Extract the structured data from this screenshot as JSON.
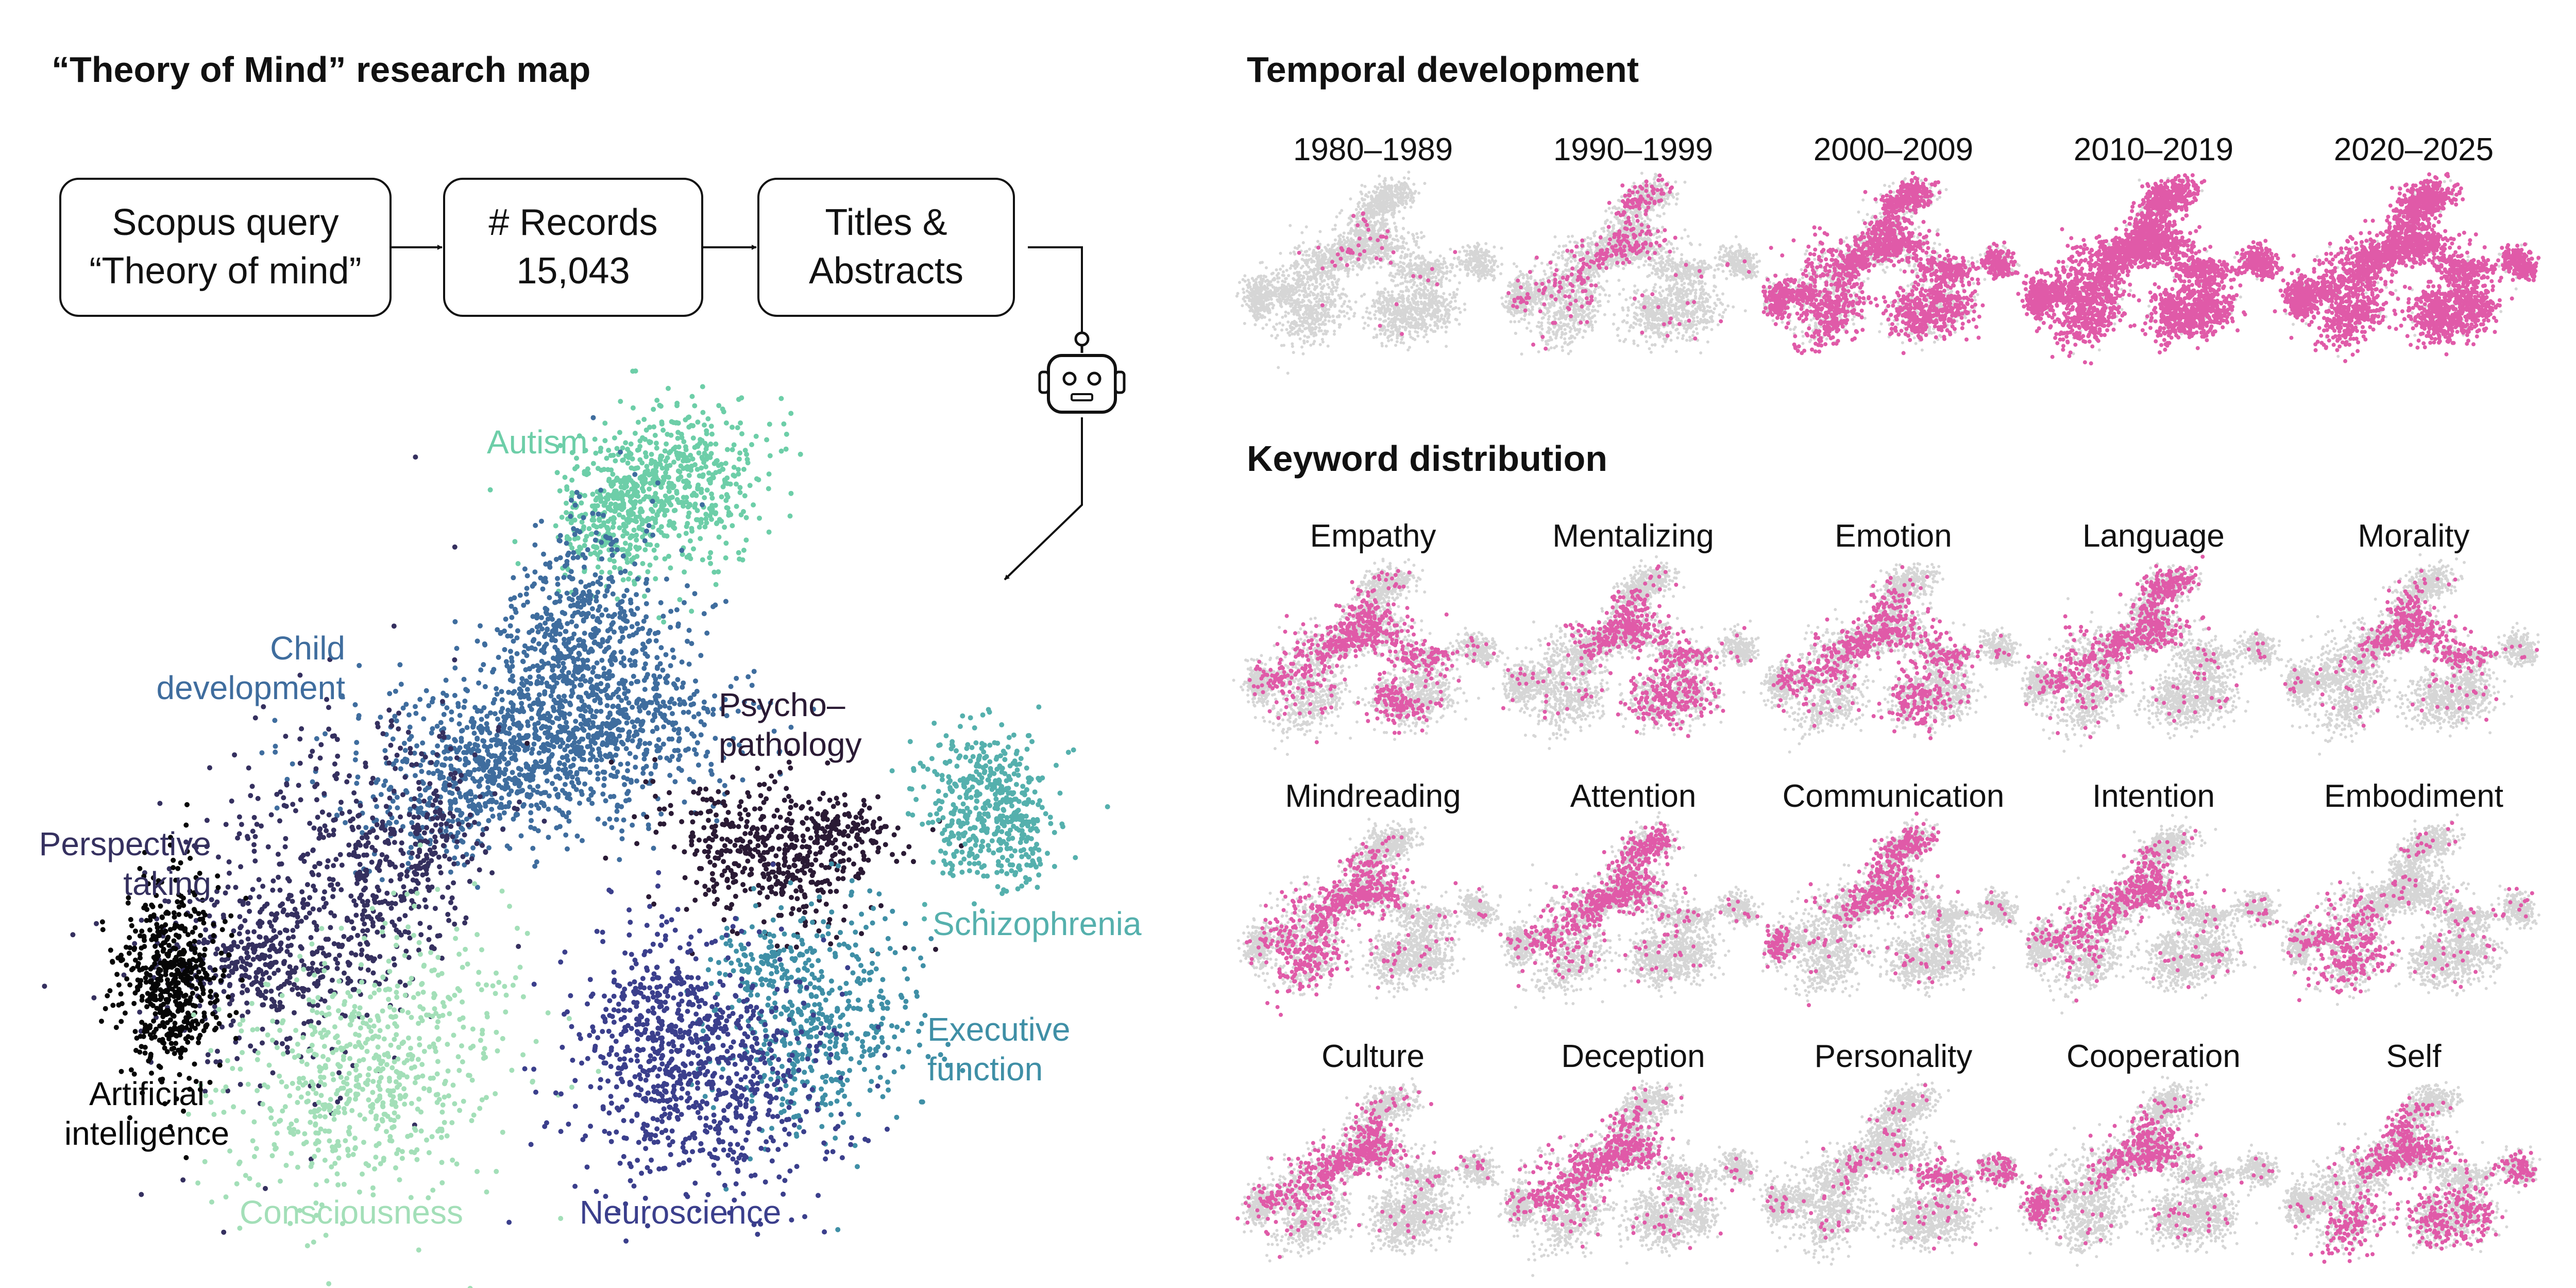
{
  "title": "“Theory of Mind” research map",
  "pipeline": {
    "query": {
      "line1": "Scopus query",
      "line2": "“Theory of mind”"
    },
    "records": {
      "line1": "# Records",
      "line2": "15,043"
    },
    "abstracts": {
      "line1": "Titles &",
      "line2": "Abstracts"
    }
  },
  "robot_icon": "robot-icon",
  "clusters": [
    {
      "id": "autism",
      "label": "Autism",
      "color": "#6dcea8"
    },
    {
      "id": "child",
      "label": "Child development",
      "color": "#3f6d9e"
    },
    {
      "id": "psycho",
      "label": "Psycho– pathology",
      "color": "#2a1a34"
    },
    {
      "id": "schizo",
      "label": "Schizophrenia",
      "color": "#55b0ad"
    },
    {
      "id": "perspective",
      "label": "Perspective taking",
      "color": "#35305f"
    },
    {
      "id": "exec",
      "label": "Executive function",
      "color": "#3f8fa6"
    },
    {
      "id": "ai",
      "label": "Artificial intelligence",
      "color": "#060606"
    },
    {
      "id": "consc",
      "label": "Consciousness",
      "color": "#a3dfb8"
    },
    {
      "id": "neuro",
      "label": "Neuroscience",
      "color": "#3b3f8c"
    }
  ],
  "temporal": {
    "title": "Temporal development",
    "panels": [
      "1980–1989",
      "1990–1999",
      "2000–2009",
      "2010–2019",
      "2020–2025"
    ],
    "coverage": [
      0.04,
      0.18,
      0.6,
      0.92,
      0.88
    ]
  },
  "keywords": {
    "title": "Keyword distribution",
    "panels": [
      "Empathy",
      "Mentalizing",
      "Emotion",
      "Language",
      "Morality",
      "Mindreading",
      "Attention",
      "Communication",
      "Intention",
      "Embodiment",
      "Culture",
      "Deception",
      "Personality",
      "Cooperation",
      "Self"
    ]
  },
  "colors": {
    "highlight": "#e05aa8",
    "background_points": "#d6d6d6"
  }
}
